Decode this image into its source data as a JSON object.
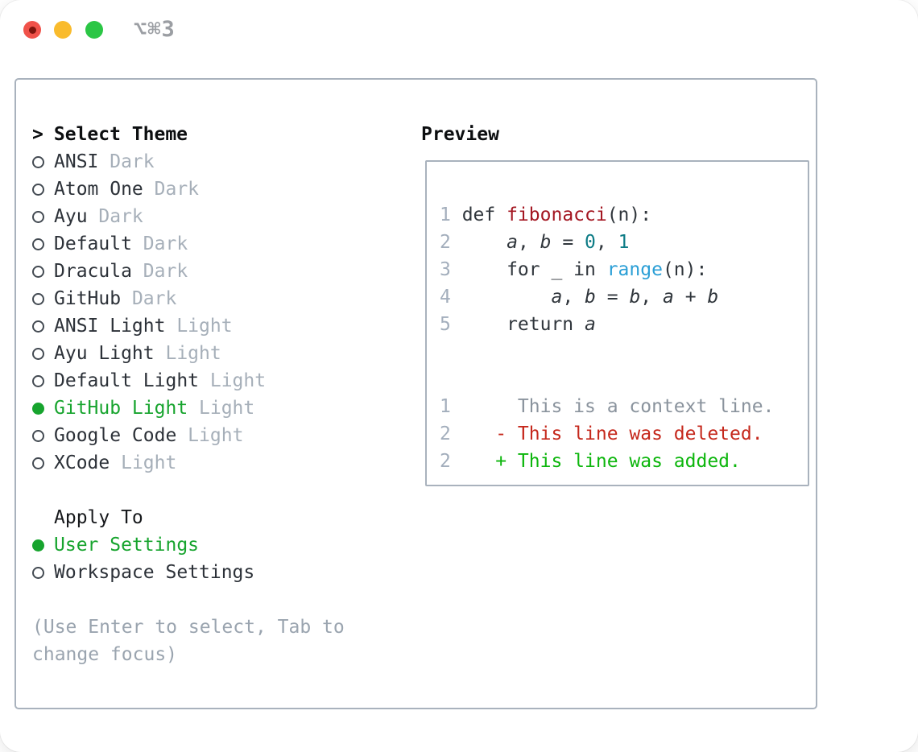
{
  "window": {
    "title": "⌥⌘3"
  },
  "theme_picker": {
    "prompt": ">",
    "title": "Select Theme",
    "themes": [
      {
        "name": "ANSI",
        "tag": "Dark",
        "selected": false
      },
      {
        "name": "Atom One",
        "tag": "Dark",
        "selected": false
      },
      {
        "name": "Ayu",
        "tag": "Dark",
        "selected": false
      },
      {
        "name": "Default",
        "tag": "Dark",
        "selected": false
      },
      {
        "name": "Dracula",
        "tag": "Dark",
        "selected": false
      },
      {
        "name": "GitHub",
        "tag": "Dark",
        "selected": false
      },
      {
        "name": "ANSI Light",
        "tag": "Light",
        "selected": false
      },
      {
        "name": "Ayu Light",
        "tag": "Light",
        "selected": false
      },
      {
        "name": "Default Light",
        "tag": "Light",
        "selected": false
      },
      {
        "name": "GitHub Light",
        "tag": "Light",
        "selected": true
      },
      {
        "name": "Google Code",
        "tag": "Light",
        "selected": false
      },
      {
        "name": "XCode",
        "tag": "Light",
        "selected": false
      }
    ],
    "apply_to": {
      "title": "Apply To",
      "options": [
        {
          "label": "User Settings",
          "selected": true
        },
        {
          "label": "Workspace Settings",
          "selected": false
        }
      ]
    },
    "help_lines": [
      "(Use Enter to select, Tab to",
      "change focus)"
    ]
  },
  "preview": {
    "title": "Preview",
    "code_lines": [
      {
        "num": "1",
        "tokens": [
          {
            "t": "def ",
            "c": "plain"
          },
          {
            "t": "fibonacci",
            "c": "func"
          },
          {
            "t": "(n):",
            "c": "plain"
          }
        ]
      },
      {
        "num": "2",
        "tokens": [
          {
            "t": "    ",
            "c": "plain"
          },
          {
            "t": "a",
            "c": "var"
          },
          {
            "t": ", ",
            "c": "plain"
          },
          {
            "t": "b",
            "c": "var"
          },
          {
            "t": " = ",
            "c": "plain"
          },
          {
            "t": "0",
            "c": "num"
          },
          {
            "t": ", ",
            "c": "plain"
          },
          {
            "t": "1",
            "c": "num"
          }
        ]
      },
      {
        "num": "3",
        "tokens": [
          {
            "t": "    for _ in ",
            "c": "plain"
          },
          {
            "t": "range",
            "c": "builtin"
          },
          {
            "t": "(n):",
            "c": "plain"
          }
        ]
      },
      {
        "num": "4",
        "tokens": [
          {
            "t": "        ",
            "c": "plain"
          },
          {
            "t": "a",
            "c": "var"
          },
          {
            "t": ", ",
            "c": "plain"
          },
          {
            "t": "b",
            "c": "var"
          },
          {
            "t": " = ",
            "c": "plain"
          },
          {
            "t": "b",
            "c": "var"
          },
          {
            "t": ", ",
            "c": "plain"
          },
          {
            "t": "a",
            "c": "var"
          },
          {
            "t": " + ",
            "c": "plain"
          },
          {
            "t": "b",
            "c": "var"
          }
        ]
      },
      {
        "num": "5",
        "tokens": [
          {
            "t": "    return ",
            "c": "plain"
          },
          {
            "t": "a",
            "c": "var"
          }
        ]
      }
    ],
    "diff_lines": [
      {
        "num": "1",
        "text": "     This is a context line.",
        "kind": "context"
      },
      {
        "num": "2",
        "text": "   - This line was deleted.",
        "kind": "deleted"
      },
      {
        "num": "2",
        "text": "   + This line was added.",
        "kind": "added"
      }
    ]
  },
  "colors": {
    "accent_green": "#17a42e",
    "added_green": "#0db60d",
    "deleted_red": "#c5281c",
    "function_red": "#a31621",
    "number_teal": "#0e7c86",
    "builtin_blue": "#2b9fd6",
    "muted_gray": "#a6afb9",
    "text_dark": "#30363c",
    "border_gray": "#a9b2bd",
    "traffic_red": "#f0524a",
    "traffic_yellow": "#f9bb2d",
    "traffic_green": "#2bc645"
  }
}
